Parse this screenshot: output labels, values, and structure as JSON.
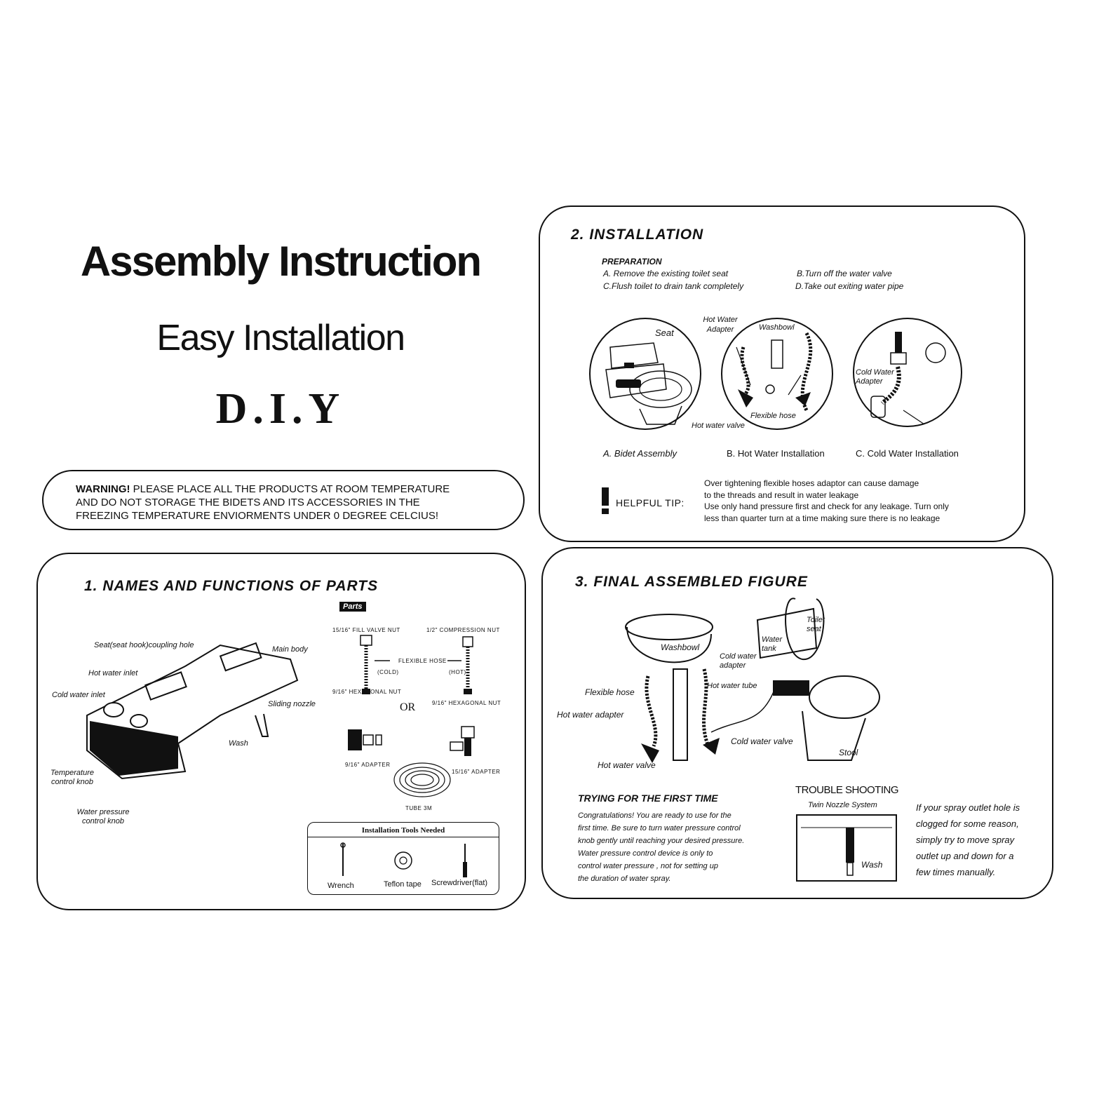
{
  "header": {
    "title": "Assembly Instruction",
    "subtitle": "Easy Installation",
    "diy": "D.I.Y"
  },
  "warning": {
    "label": "WARNING!",
    "line1": "PLEASE PLACE ALL THE PRODUCTS AT ROOM TEMPERATURE",
    "line2": "AND DO NOT STORAGE THE BIDETS AND ITS ACCESSORIES IN THE",
    "line3": "FREEZING TEMPERATURE ENVIORMENTS UNDER 0 DEGREE CELCIUS!"
  },
  "installation": {
    "title": "2. INSTALLATION",
    "prep_title": "PREPARATION",
    "prep_a": "A. Remove the existing toilet seat",
    "prep_b": "B.Turn off the water valve",
    "prep_c": "C.Flush toilet to drain tank completely",
    "prep_d": "D.Take out exiting water pipe",
    "fig_a_label": "Seat",
    "fig_b_hot_adapter": "Hot Water Adapter",
    "fig_b_washbowl": "Washbowl",
    "fig_b_flex": "Flexible hose",
    "fig_b_valve": "Hot water valve",
    "fig_c_adapter": "Cold Water Adapter",
    "caption_a": "A. Bidet Assembly",
    "caption_b": "B. Hot Water Installation",
    "caption_c": "C. Cold Water Installation",
    "tip_label": "HELPFUL TIP:",
    "tip_1": "Over tightening flexible hoses adaptor can cause damage",
    "tip_2": "to the threads and result in water leakage",
    "tip_3": "Use only hand pressure first and check for any leakage. Turn only",
    "tip_4": "less than quarter turn at a time making sure there is no leakage"
  },
  "parts": {
    "title": "1. NAMES AND FUNCTIONS OF PARTS",
    "badge": "Parts",
    "seat_hook": "Seat(seat hook)coupling hole",
    "main_body": "Main body",
    "hot_inlet": "Hot water inlet",
    "cold_inlet": "Cold water inlet",
    "sliding_nozzle": "Sliding nozzle",
    "wash": "Wash",
    "temp_knob": "Temperature control knob",
    "pressure_knob": "Water pressure control knob",
    "fill_valve_nut": "15/16\" FILL VALVE NUT",
    "compression_nut": "1/2\" COMPRESSION NUT",
    "flex_hose": "FLEXIBLE HOSE",
    "cold": "(COLD)",
    "hot": "(HOT)",
    "hex_nut_left": "9/16\" HEXAGONAL NUT",
    "hex_nut_right": "9/16\" HEXAGONAL NUT",
    "or": "OR",
    "adapter_916": "9/16\" ADAPTER",
    "adapter_1516": "15/16\" ADAPTER",
    "tube": "TUBE 3M",
    "tools_title": "Installation Tools Needed",
    "tool_wrench": "Wrench",
    "tool_teflon": "Teflon tape",
    "tool_screwdriver": "Screwdriver(flat)"
  },
  "final": {
    "title": "3. FINAL ASSEMBLED FIGURE",
    "toilet_seat": "Toilet seat",
    "washbowl": "Washbowl",
    "water_tank": "Water tank",
    "cold_adapter": "Cold water adapter",
    "hot_tube": "Hot water tube",
    "flex_hose": "Flexible hose",
    "hot_adapter": "Hot water adapter",
    "cold_valve": "Cold water valve",
    "stool": "Stool",
    "hot_valve": "Hot water valve",
    "trying_title": "TRYING FOR THE FIRST TIME",
    "trying_1": "Congratulations! You are ready to use for the",
    "trying_2": "first time. Be sure to turn water pressure control",
    "trying_3": "knob gently until reaching your desired pressure.",
    "trying_4": "Water pressure control device is only to",
    "trying_5": "control water pressure , not for setting up",
    "trying_6": "the duration of water spray.",
    "trouble_title": "TROUBLE SHOOTING",
    "twin_nozzle": "Twin Nozzle System",
    "wash": "Wash",
    "trouble_1": "If your spray outlet hole is",
    "trouble_2": "clogged for some reason,",
    "trouble_3": "simply try to move spray",
    "trouble_4": "outlet up and down for a",
    "trouble_5": "few times manually."
  }
}
